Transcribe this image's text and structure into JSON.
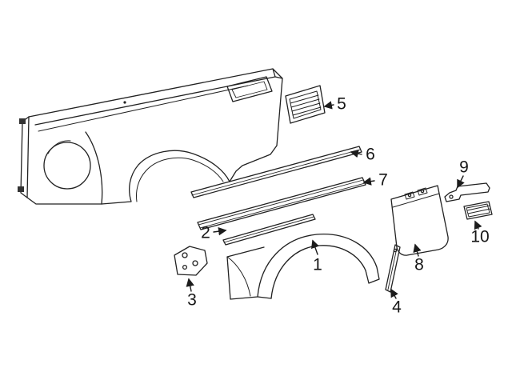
{
  "diagram": {
    "background_color": "#ffffff",
    "line_color": "#222222",
    "callouts": [
      {
        "number": "1"
      },
      {
        "number": "2"
      },
      {
        "number": "3"
      },
      {
        "number": "4"
      },
      {
        "number": "5"
      },
      {
        "number": "6"
      },
      {
        "number": "7"
      },
      {
        "number": "8"
      },
      {
        "number": "9"
      },
      {
        "number": "10"
      }
    ]
  }
}
